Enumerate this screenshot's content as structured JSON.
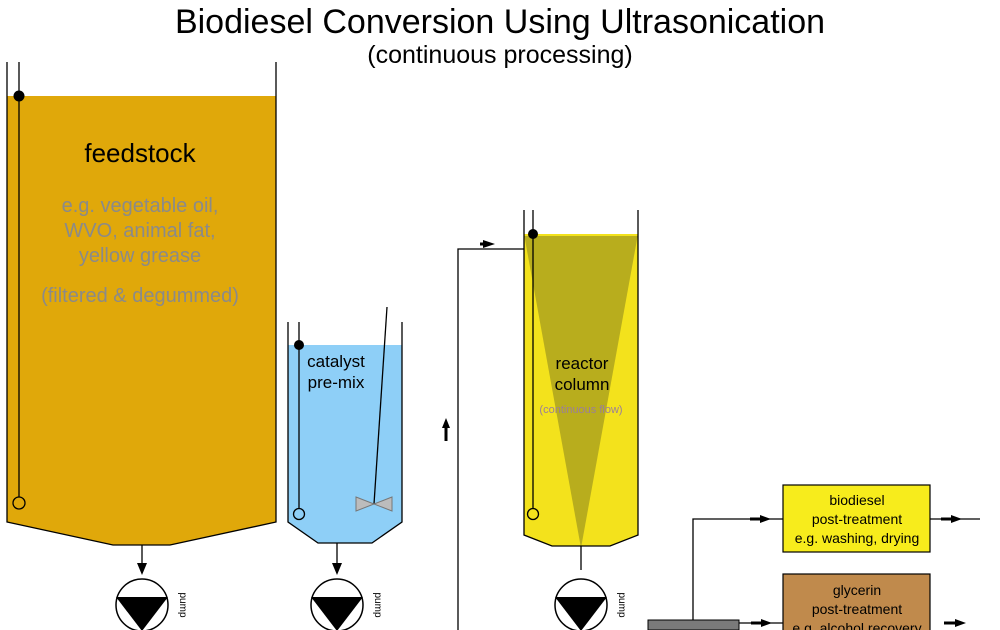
{
  "title": "Biodiesel Conversion Using Ultrasonication",
  "subtitle": "(continuous processing)",
  "feedstock": {
    "label": "feedstock",
    "examples": [
      "e.g. vegetable oil,",
      "WVO, animal fat,",
      "yellow grease"
    ],
    "note": "(filtered & degummed)",
    "color": "#e0a80a"
  },
  "catalyst": {
    "lines": [
      "catalyst",
      "pre-mix"
    ],
    "color": "#8ecff7"
  },
  "reactor": {
    "lines": [
      "reactor",
      "column"
    ],
    "note": "(continuous flow)",
    "color": "#f3e21c",
    "cone_color": "#b8ad1d"
  },
  "biodiesel_box": {
    "lines": [
      "biodiesel",
      "post-treatment",
      "e.g. washing, drying"
    ],
    "color": "#f7ec1c"
  },
  "glycerin_box": {
    "lines": [
      "glycerin",
      "post-treatment",
      "e.g. alcohol recovery"
    ],
    "color": "#c08a4c"
  },
  "pump_label": "pump"
}
